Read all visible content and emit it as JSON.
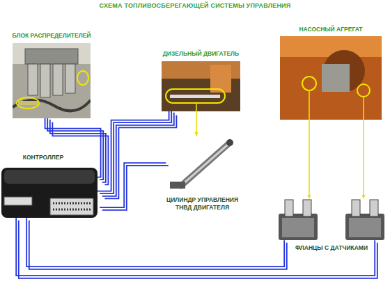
{
  "diagram": {
    "title": "СХЕМА ТОПЛИВОСБЕРЕГАЮЩЕЙ СИСТЕМЫ УПРАВЛЕНИЯ",
    "nodes": [
      {
        "text": [
          "БЛОК РАСПРЕДЕЛИТЕЛЕЙ"
        ]
      },
      {
        "text": [
          "ДИЗЕЛЬНЫЙ ДВИГАТЕЛЬ"
        ]
      },
      {
        "text": [
          "НАСОСНЫЙ АГРЕГАТ"
        ]
      },
      {
        "text": [
          "КОНТРОЛЛЕР"
        ]
      },
      {
        "text": [
          "ЦИЛИНДР УПРАВЛЕНИЯ ТНВД ДВИГАТЕЛЯ"
        ]
      },
      {
        "text": [
          "ФЛАНЦЫ С ДАТЧИКАМИ"
        ]
      }
    ],
    "edges": [
      {
        "from": 3,
        "to": 0,
        "arrow": "none"
      },
      {
        "from": 3,
        "to": 1,
        "arrow": "none"
      },
      {
        "from": 3,
        "to": 4,
        "arrow": "none"
      },
      {
        "from": 3,
        "to": 5,
        "arrow": "none"
      },
      {
        "from": 3,
        "to": 5,
        "arrow": "none"
      },
      {
        "from": 1,
        "to": 4,
        "arrow": "to"
      },
      {
        "from": 2,
        "to": 5,
        "arrow": "to"
      },
      {
        "from": 2,
        "to": 5,
        "arrow": "to"
      }
    ]
  }
}
